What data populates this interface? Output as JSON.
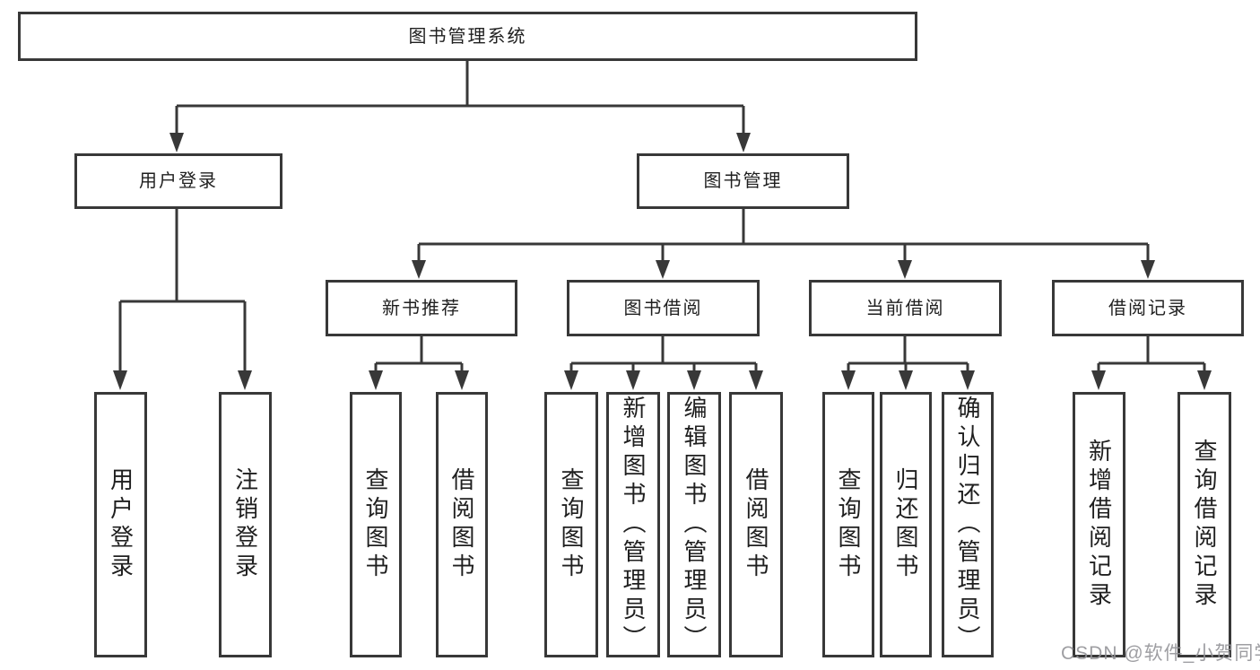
{
  "diagram": {
    "title": "图书管理系统",
    "root": {
      "label": "图书管理系统"
    },
    "branches": [
      {
        "label": "用户登录",
        "children": [
          {
            "label": "用户登录"
          },
          {
            "label": "注销登录"
          }
        ]
      },
      {
        "label": "图书管理",
        "children": [
          {
            "label": "新书推荐",
            "children": [
              {
                "label": "查询图书"
              },
              {
                "label": "借阅图书"
              }
            ]
          },
          {
            "label": "图书借阅",
            "children": [
              {
                "label": "查询图书"
              },
              {
                "label": "新增图书（管理员）"
              },
              {
                "label": "编辑图书（管理员）"
              },
              {
                "label": "借阅图书"
              }
            ]
          },
          {
            "label": "当前借阅",
            "children": [
              {
                "label": "查询图书"
              },
              {
                "label": "归还图书"
              },
              {
                "label": "确认归还（管理员）"
              }
            ]
          },
          {
            "label": "借阅记录",
            "children": [
              {
                "label": "新增借阅记录"
              },
              {
                "label": "查询借阅记录"
              }
            ]
          }
        ]
      }
    ]
  },
  "watermark": {
    "text": "CSDN @软件_小贺同学",
    "color": "#949498"
  },
  "colors": {
    "line": "#383838",
    "text": "#1f1f1f",
    "background": "#ffffff"
  }
}
